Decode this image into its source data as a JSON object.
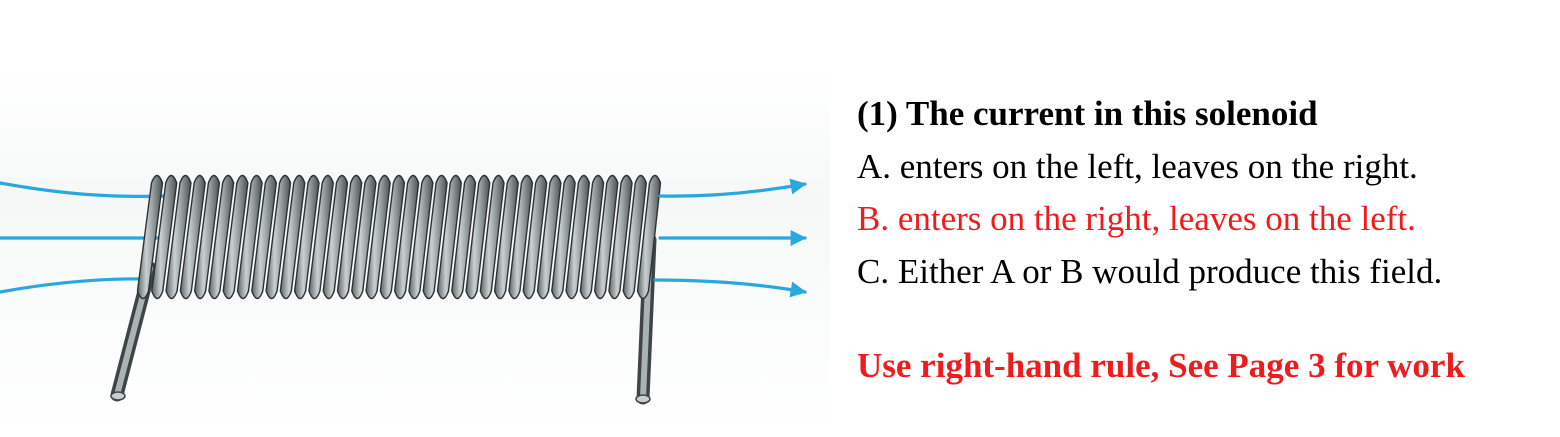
{
  "question": {
    "title": "(1) The current in this solenoid",
    "options": [
      {
        "text": "A. enters on the left, leaves on the right."
      },
      {
        "text": "B. enters on the right, leaves on the left.",
        "highlighted": true
      },
      {
        "text": "C. Either A or B would produce this field."
      }
    ]
  },
  "note": "Use right-hand rule, See Page 3 for work",
  "colors": {
    "highlight": "#ee1c1c",
    "field_line": "#29a8e0",
    "coil": "#8c9496"
  },
  "figure": {
    "field_line_count": 3,
    "field_direction": "right",
    "coil_turns": 36
  }
}
